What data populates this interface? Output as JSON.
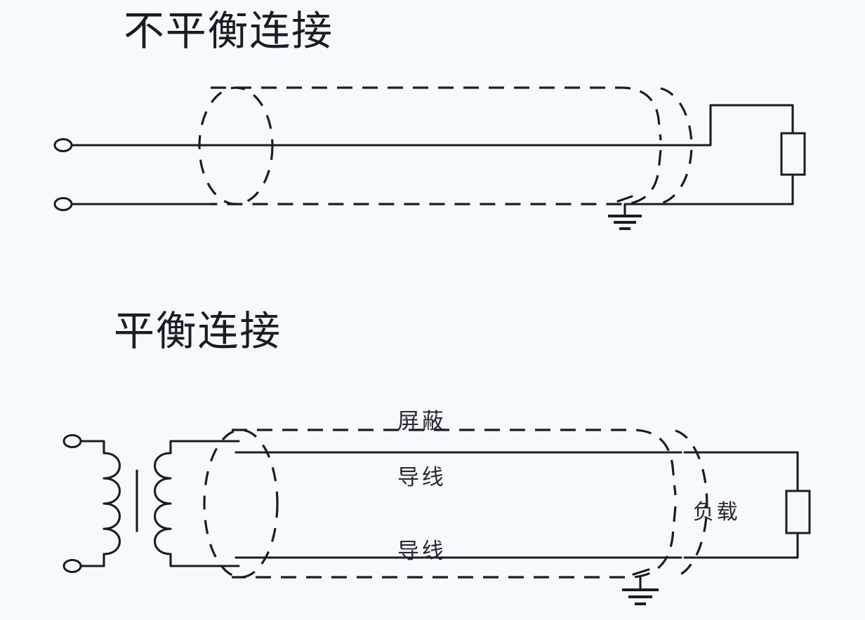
{
  "page": {
    "background_color": "#f7fafc",
    "ink_color": "#1b1b28"
  },
  "diagrams": [
    {
      "id": "unbalanced",
      "title": "不平衡连接",
      "title_meaning": "Unbalanced Connection",
      "elements": {
        "terminal_top": "open-terminal",
        "terminal_bottom": "open-terminal",
        "shield": "dashed-shield-envelope",
        "shield_cross_section": "dashed-ellipse",
        "load": "resistor-box",
        "ground": "earth-ground-symbol"
      }
    },
    {
      "id": "balanced",
      "title": "平衡连接",
      "title_meaning": "Balanced Connection",
      "labels": {
        "shield": "屏蔽",
        "wire_top": "导线",
        "wire_bottom": "导线",
        "load": "负载"
      },
      "elements": {
        "transformer_primary": "coil-4-turns",
        "transformer_secondary": "coil-4-turns",
        "transformer_core": "vertical-core-bar",
        "terminal_top": "open-terminal",
        "terminal_bottom": "open-terminal",
        "shield": "dashed-shield-envelope",
        "shield_cross_section": "dashed-ellipse",
        "load": "resistor-box",
        "ground": "earth-ground-symbol"
      }
    }
  ]
}
